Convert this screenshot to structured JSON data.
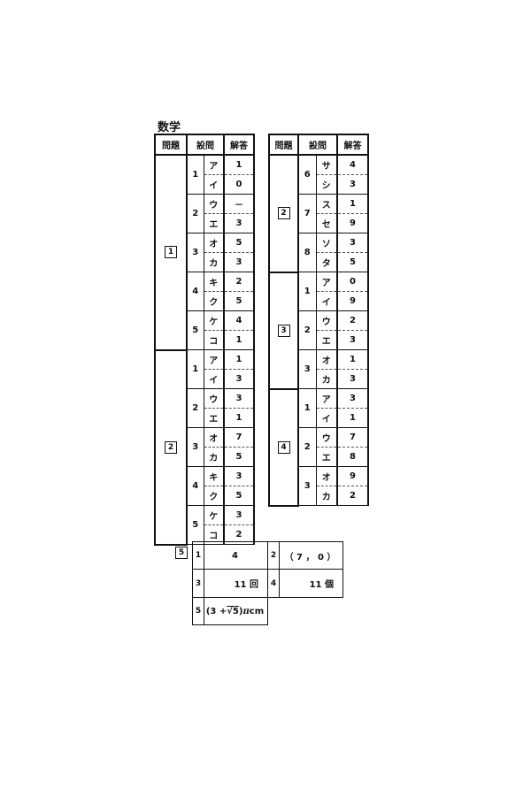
{
  "title": "数学",
  "headers": {
    "mondai": "問題",
    "setsumon": "設問",
    "kaitou": "解答"
  },
  "left_table": [
    {
      "mondai": "1",
      "questions": [
        {
          "q": "1",
          "rows": [
            {
              "k": "ア",
              "v": "1"
            },
            {
              "k": "イ",
              "v": "0"
            }
          ]
        },
        {
          "q": "2",
          "rows": [
            {
              "k": "ウ",
              "v": "－"
            },
            {
              "k": "エ",
              "v": "3"
            }
          ]
        },
        {
          "q": "3",
          "rows": [
            {
              "k": "オ",
              "v": "5"
            },
            {
              "k": "カ",
              "v": "3"
            }
          ]
        },
        {
          "q": "4",
          "rows": [
            {
              "k": "キ",
              "v": "2"
            },
            {
              "k": "ク",
              "v": "5"
            }
          ]
        },
        {
          "q": "5",
          "rows": [
            {
              "k": "ケ",
              "v": "4"
            },
            {
              "k": "コ",
              "v": "1"
            }
          ]
        }
      ]
    },
    {
      "mondai": "2",
      "questions": [
        {
          "q": "1",
          "rows": [
            {
              "k": "ア",
              "v": "1"
            },
            {
              "k": "イ",
              "v": "3"
            }
          ]
        },
        {
          "q": "2",
          "rows": [
            {
              "k": "ウ",
              "v": "3"
            },
            {
              "k": "エ",
              "v": "1"
            }
          ]
        },
        {
          "q": "3",
          "rows": [
            {
              "k": "オ",
              "v": "7"
            },
            {
              "k": "カ",
              "v": "5"
            }
          ]
        },
        {
          "q": "4",
          "rows": [
            {
              "k": "キ",
              "v": "3"
            },
            {
              "k": "ク",
              "v": "5"
            }
          ]
        },
        {
          "q": "5",
          "rows": [
            {
              "k": "ケ",
              "v": "3"
            },
            {
              "k": "コ",
              "v": "2"
            }
          ]
        }
      ]
    }
  ],
  "right_table": [
    {
      "mondai": "2",
      "questions": [
        {
          "q": "6",
          "rows": [
            {
              "k": "サ",
              "v": "4"
            },
            {
              "k": "シ",
              "v": "3"
            }
          ]
        },
        {
          "q": "7",
          "rows": [
            {
              "k": "ス",
              "v": "1"
            },
            {
              "k": "セ",
              "v": "9"
            }
          ]
        },
        {
          "q": "8",
          "rows": [
            {
              "k": "ソ",
              "v": "3"
            },
            {
              "k": "タ",
              "v": "5"
            }
          ]
        }
      ]
    },
    {
      "mondai": "3",
      "questions": [
        {
          "q": "1",
          "rows": [
            {
              "k": "ア",
              "v": "0"
            },
            {
              "k": "イ",
              "v": "9"
            }
          ]
        },
        {
          "q": "2",
          "rows": [
            {
              "k": "ウ",
              "v": "2"
            },
            {
              "k": "エ",
              "v": "3"
            }
          ]
        },
        {
          "q": "3",
          "rows": [
            {
              "k": "オ",
              "v": "1"
            },
            {
              "k": "カ",
              "v": "3"
            }
          ]
        }
      ]
    },
    {
      "mondai": "4",
      "questions": [
        {
          "q": "1",
          "rows": [
            {
              "k": "ア",
              "v": "3"
            },
            {
              "k": "イ",
              "v": "1"
            }
          ]
        },
        {
          "q": "2",
          "rows": [
            {
              "k": "ウ",
              "v": "7"
            },
            {
              "k": "エ",
              "v": "8"
            }
          ]
        },
        {
          "q": "3",
          "rows": [
            {
              "k": "オ",
              "v": "9"
            },
            {
              "k": "カ",
              "v": "2"
            }
          ]
        }
      ]
    }
  ],
  "problem5": {
    "label": "5",
    "items": [
      {
        "n": "1",
        "answer": "4"
      },
      {
        "n": "2",
        "answer": "（ 7 ， 0 ）"
      },
      {
        "n": "3",
        "answer": "11 回"
      },
      {
        "n": "4",
        "answer": "11 個"
      },
      {
        "n": "5",
        "answer_parts": {
          "open": "(3 + ",
          "sqrt": "√5",
          "close": ")",
          "pi": "π",
          "unit": "cm"
        }
      }
    ]
  }
}
